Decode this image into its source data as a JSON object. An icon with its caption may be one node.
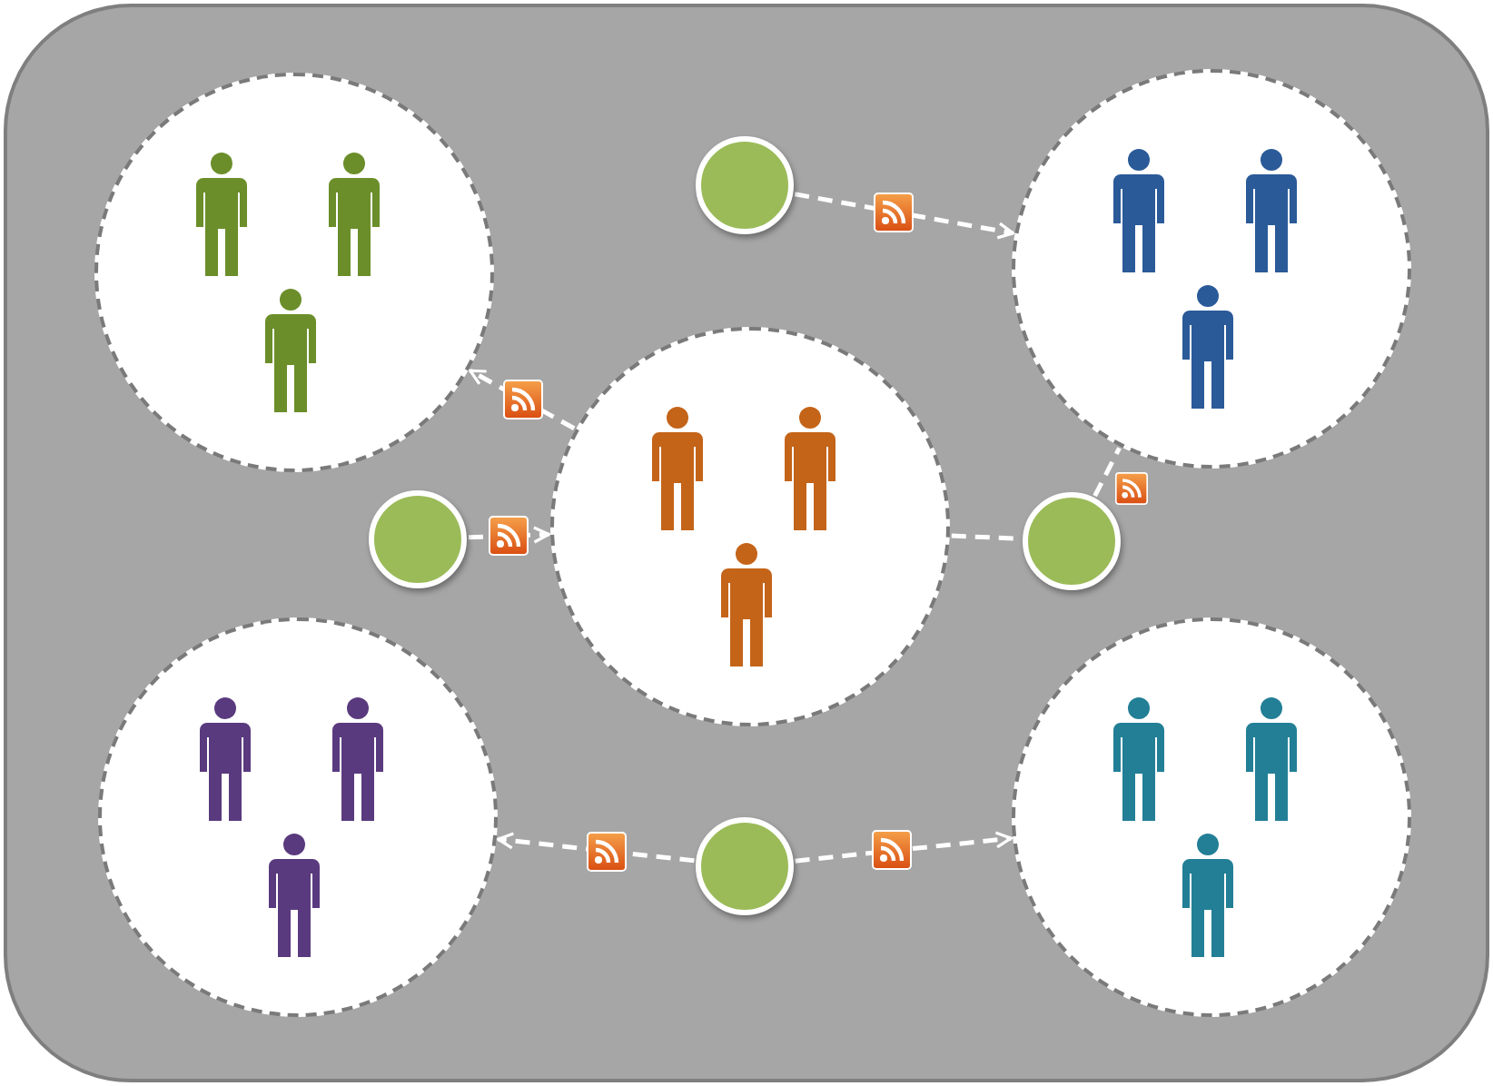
{
  "diagram": {
    "nodes": [
      {
        "text": [],
        "shape": "box"
      },
      {
        "text": [],
        "shape": "circle",
        "in": 0
      },
      {
        "text": [],
        "shape": "circle",
        "in": 0
      },
      {
        "text": [],
        "shape": "circle",
        "in": 0
      },
      {
        "text": [],
        "shape": "circle",
        "in": 0
      },
      {
        "text": [],
        "shape": "circle",
        "in": 0
      },
      {
        "text": [],
        "shape": "circle",
        "in": 0
      },
      {
        "text": [],
        "shape": "circle",
        "in": 0
      },
      {
        "text": [],
        "shape": "circle",
        "in": 0
      },
      {
        "text": [],
        "shape": "circle",
        "in": 0
      }
    ],
    "edges": [
      {
        "from": 5,
        "to": 1,
        "arrow": "to"
      },
      {
        "from": 2,
        "to": 3,
        "arrow": "to"
      },
      {
        "from": 4,
        "to": 5,
        "arrow": "to"
      },
      {
        "from": 5,
        "to": 6,
        "arrow": "none"
      },
      {
        "from": 6,
        "to": 3,
        "arrow": "none"
      },
      {
        "from": 8,
        "to": 7,
        "arrow": "to"
      },
      {
        "from": 8,
        "to": 9,
        "arrow": "to"
      }
    ]
  }
}
